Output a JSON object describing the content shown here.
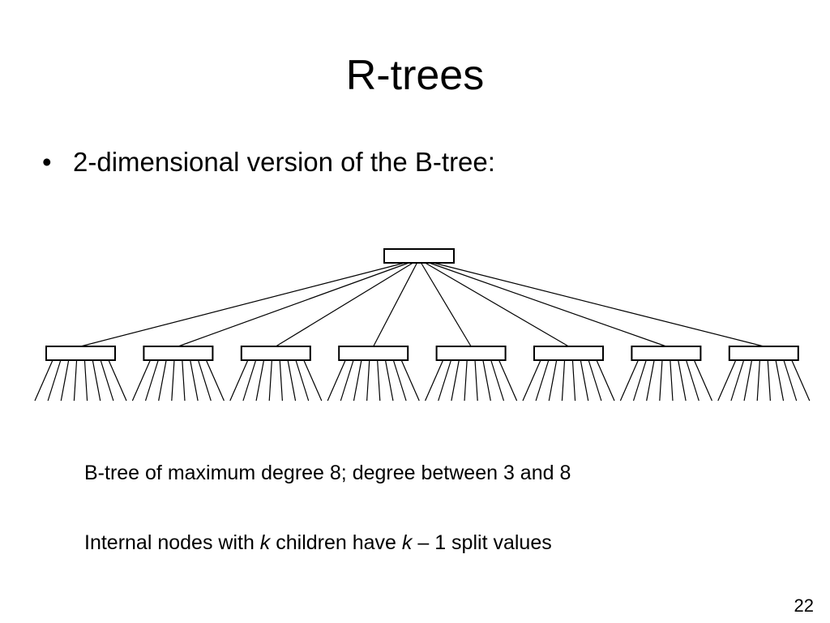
{
  "slide": {
    "title": "R-trees",
    "bullet": {
      "marker": "•",
      "text": "2-dimensional version of the B-tree:"
    },
    "diagram": {
      "internal_nodes": 8,
      "leaf_edges_per_node": 8
    },
    "caption_1": "B-tree of maximum degree 8; degree between 3 and 8",
    "caption_2": {
      "part1": "Internal nodes with ",
      "k1": "k",
      "part2": " children have ",
      "k2": "k",
      "part3": " – 1 split values"
    },
    "page_number": "22"
  }
}
